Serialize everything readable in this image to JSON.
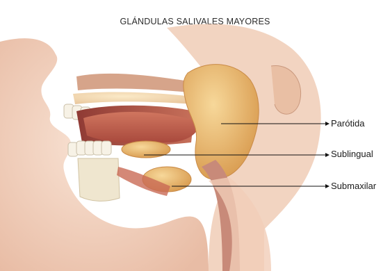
{
  "title": "GLÁNDULAS SALIVALES MAYORES",
  "labels": {
    "parotida": "Parótida",
    "sublingual": "Sublingual",
    "submaxilar": "Submaxilar"
  },
  "colors": {
    "skin": "#f3d2bd",
    "gland": "#e8b46c",
    "muscle": "#c96a55",
    "bone": "#efe6cf",
    "leader_line": "#111111"
  }
}
